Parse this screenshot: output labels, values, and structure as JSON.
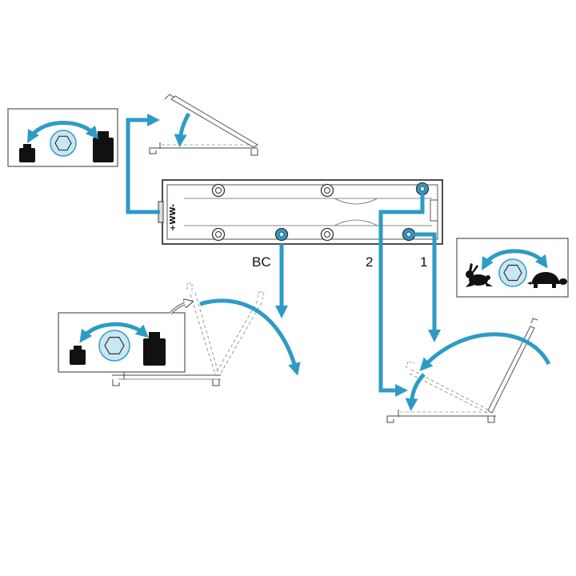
{
  "labels": {
    "bc": "BC",
    "two": "2",
    "one": "1",
    "spring_symbol": "+WW-"
  },
  "icons": {
    "left_panel_small": "small-weight-icon",
    "left_panel_large": "large-weight-icon",
    "right_panel_fast": "rabbit-icon",
    "right_panel_slow": "turtle-icon",
    "adjust_nut": "hex-adjust-nut-icon"
  },
  "colors": {
    "accent": "#2e9bc6",
    "accent_light": "#c9e7f3",
    "stroke": "#222222",
    "door": "#666666",
    "door_ghost": "#999999",
    "icon_fill": "#111111"
  }
}
